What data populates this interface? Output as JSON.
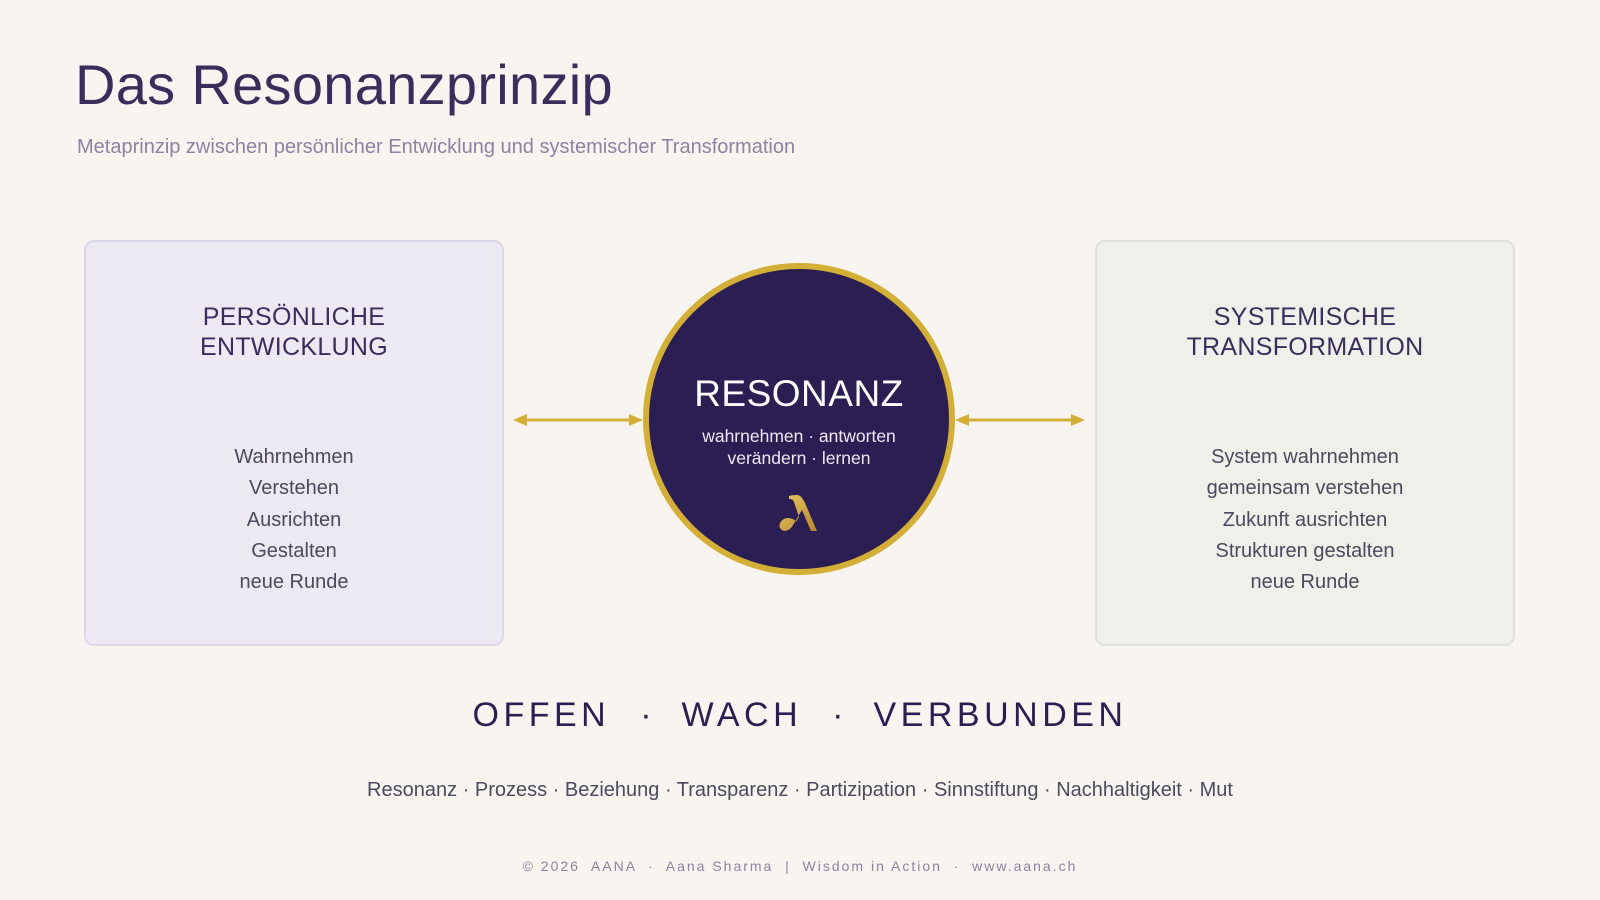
{
  "header": {
    "title": "Das Resonanzprinzip",
    "subtitle": "Metaprinzip zwischen persönlicher Entwicklung und systemischer Transformation"
  },
  "left_box": {
    "title": "PERSÖNLICHE ENTWICKLUNG",
    "items": [
      "Wahrnehmen",
      "Verstehen",
      "Ausrichten",
      "Gestalten",
      "neue Runde"
    ]
  },
  "center": {
    "title": "RESONANZ",
    "line1": "wahrnehmen · antworten",
    "line2": "verändern · lernen",
    "logo_icon": "aana-logo-icon"
  },
  "right_box": {
    "title_line1": "SYSTEMISCHE",
    "title_line2": "TRANSFORMATION",
    "items": [
      "System wahrnehmen",
      "gemeinsam verstehen",
      "Zukunft ausrichten",
      "Strukturen gestalten",
      "neue Runde"
    ]
  },
  "values": {
    "v1": "OFFEN",
    "v2": "WACH",
    "v3": "VERBUNDEN",
    "separator": "·"
  },
  "keywords": "Resonanz · Prozess · Beziehung · Transparenz · Partizipation · Sinnstiftung · Nachhaltigkeit · Mut",
  "footer": "© 2026  AANA  ·  Aana Sharma  |  Wisdom in Action  ·  www.aana.ch",
  "colors": {
    "background": "#f8f5f0",
    "primary": "#2b1e52",
    "accent_gold": "#d4af37",
    "left_box_bg": "#ece9f3",
    "right_box_bg": "#eff0e9"
  }
}
